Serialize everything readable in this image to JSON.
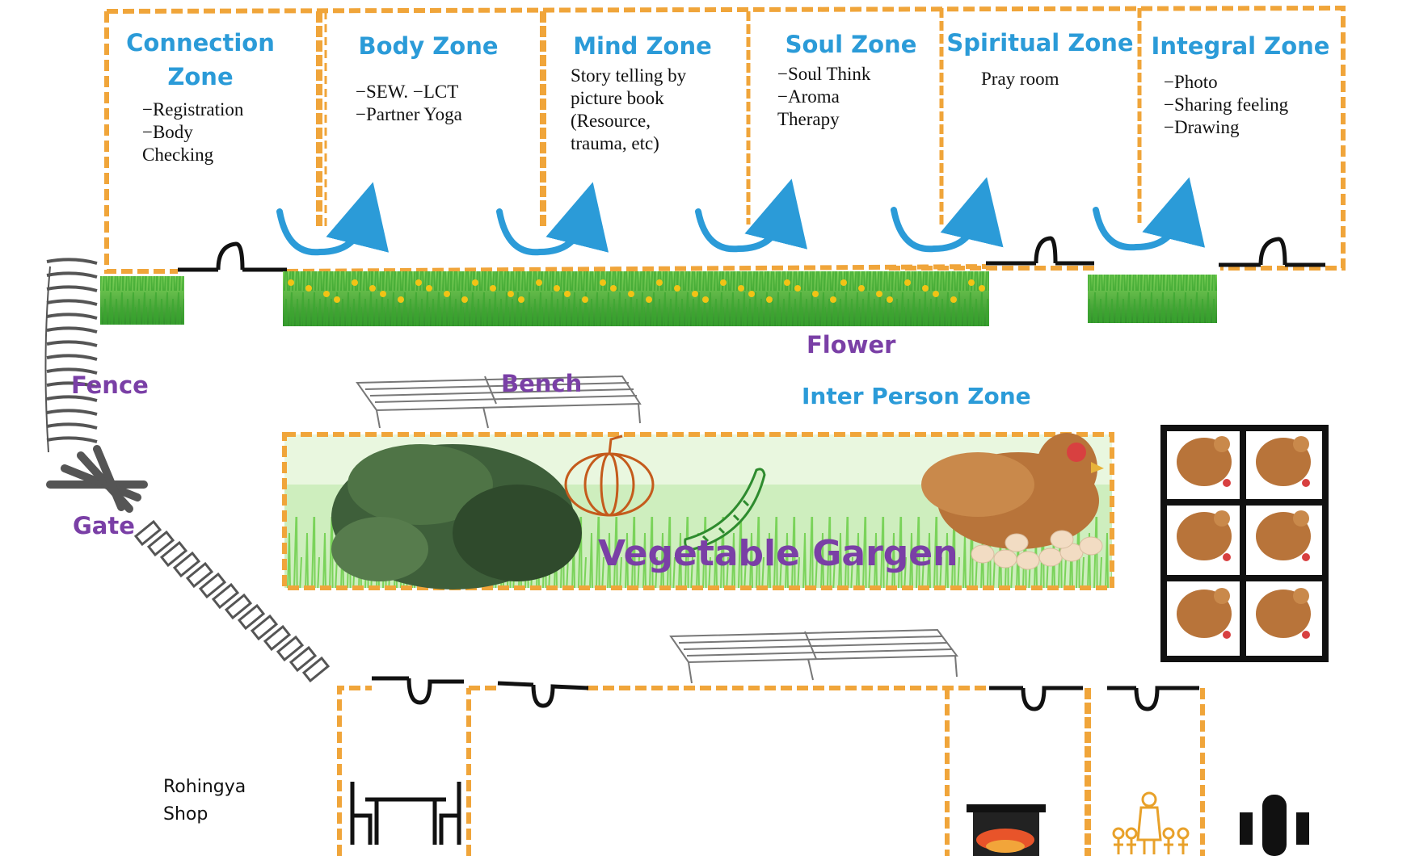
{
  "zones": [
    {
      "title": "Connection Zone",
      "items": "−Registration\n−Body\nChecking"
    },
    {
      "title": "Body Zone",
      "items": "−SEW.    −LCT\n−Partner Yoga"
    },
    {
      "title": "Mind Zone",
      "items": "Story telling by\npicture book\n(Resource,\ntrauma, etc)"
    },
    {
      "title": "Soul Zone",
      "items": "−Soul Think\n−Aroma\nTherapy"
    },
    {
      "title": "Spiritual Zone",
      "items": "Pray room"
    },
    {
      "title": "Integral Zone",
      "items": "−Photo\n−Sharing feeling\n−Drawing"
    }
  ],
  "labels": {
    "flower": "Flower",
    "fence": "Fence",
    "bench": "Bench",
    "inter_person": "Inter Person Zone",
    "gate": "Gate",
    "garden": "Vegetable Gargen",
    "shop": "Rohingya\nShop"
  },
  "colors": {
    "zone_border": "#f0a53a",
    "zone_title": "#2b9bd8",
    "label": "#7a3fa6",
    "wall": "#111111",
    "arrow": "#2b9bd8",
    "grass": "#4caf3b",
    "flower": "#f2c315"
  },
  "icons": [
    "u-turn-arrow-icon",
    "door-icon",
    "bench-icon",
    "fence-icon",
    "gate-icon",
    "pumpkin-icon",
    "cucumber-icon",
    "hen-icon",
    "chicken-coop-icon",
    "table-chairs-icon",
    "cooking-pot-icon",
    "children-icon",
    "person-icon"
  ]
}
